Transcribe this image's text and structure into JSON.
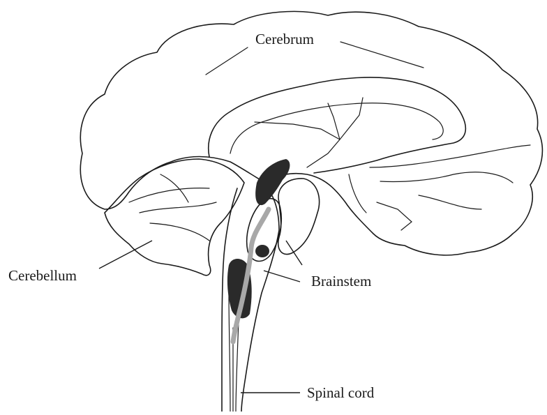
{
  "labels": {
    "cerebrum": "Cerebrum",
    "cerebellum": "Cerebellum",
    "brainstem": "Brainstem",
    "spinal_cord": "Spinal cord"
  },
  "colors": {
    "line": "#1a1a1a",
    "dark_fill": "#2a2a2a",
    "light_fill": "#a8a8a8",
    "background": "#ffffff"
  }
}
